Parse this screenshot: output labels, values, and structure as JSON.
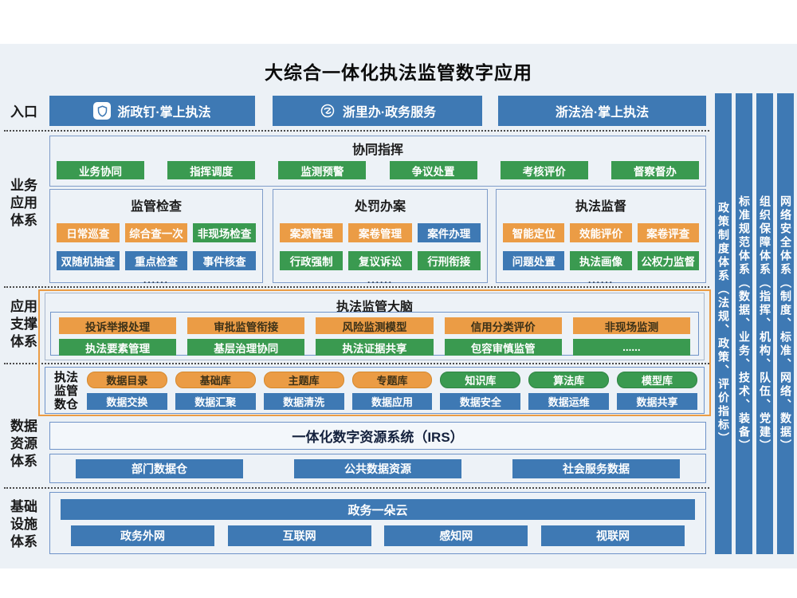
{
  "title": "大综合一体化执法监管数字应用",
  "colors": {
    "blue": "#3e79b4",
    "green": "#3a9a50",
    "orange": "#eb9c45",
    "background": "#ecf1f6",
    "box_border": "#6f93c8",
    "orange_border": "#eb9c45"
  },
  "left_labels": [
    {
      "id": "entry",
      "label": "入口"
    },
    {
      "id": "business",
      "label": "业务应用体系"
    },
    {
      "id": "support",
      "label": "应用支撑体系"
    },
    {
      "id": "data",
      "label": "数据资源体系"
    },
    {
      "id": "infra",
      "label": "基础设施体系"
    }
  ],
  "entry": {
    "buttons": [
      {
        "label": "浙政钉·掌上执法",
        "icon": "shield-badge-icon"
      },
      {
        "label": "浙里办·政务服务",
        "icon": "swoosh-circle-icon"
      },
      {
        "label": "浙法治·掌上执法",
        "icon": ""
      }
    ]
  },
  "command": {
    "title": "协同指挥",
    "buttons": [
      "业务协同",
      "指挥调度",
      "监测预警",
      "争议处置",
      "考核评价",
      "督察督办"
    ]
  },
  "business_boxes": [
    {
      "title": "监管检查",
      "row1": [
        {
          "label": "日常巡查",
          "color": "orange"
        },
        {
          "label": "综合查一次",
          "color": "orange"
        },
        {
          "label": "非现场检查",
          "color": "green"
        }
      ],
      "row2": [
        {
          "label": "双随机抽查",
          "color": "blue"
        },
        {
          "label": "重点检查",
          "color": "blue"
        },
        {
          "label": "事件核查",
          "color": "blue"
        }
      ],
      "more": "......"
    },
    {
      "title": "处罚办案",
      "row1": [
        {
          "label": "案源管理",
          "color": "orange"
        },
        {
          "label": "案卷管理",
          "color": "orange"
        },
        {
          "label": "案件办理",
          "color": "blue"
        }
      ],
      "row2": [
        {
          "label": "行政强制",
          "color": "green"
        },
        {
          "label": "复议诉讼",
          "color": "green"
        },
        {
          "label": "行刑衔接",
          "color": "green"
        }
      ],
      "more": "......"
    },
    {
      "title": "执法监督",
      "row1": [
        {
          "label": "智能定位",
          "color": "orange"
        },
        {
          "label": "效能评价",
          "color": "orange"
        },
        {
          "label": "案卷评查",
          "color": "orange"
        }
      ],
      "row2": [
        {
          "label": "问题处置",
          "color": "blue"
        },
        {
          "label": "执法画像",
          "color": "green"
        },
        {
          "label": "公权力监督",
          "color": "green"
        }
      ],
      "more": "......"
    }
  ],
  "brain": {
    "title": "执法监管大脑",
    "row1": [
      "投诉举报处理",
      "审批监管衔接",
      "风险监测模型",
      "信用分类评价",
      "非现场监测"
    ],
    "row2": [
      "执法要素管理",
      "基层治理协同",
      "执法证据共享",
      "包容审慎监管",
      "......"
    ]
  },
  "warehouse": {
    "label": "执法监管数仓",
    "top": [
      {
        "label": "数据目录",
        "color": "orange"
      },
      {
        "label": "基础库",
        "color": "orange"
      },
      {
        "label": "主题库",
        "color": "orange"
      },
      {
        "label": "专题库",
        "color": "orange"
      },
      {
        "label": "知识库",
        "color": "green"
      },
      {
        "label": "算法库",
        "color": "green"
      },
      {
        "label": "模型库",
        "color": "green"
      }
    ],
    "bottom": [
      "数据交换",
      "数据汇聚",
      "数据清洗",
      "数据应用",
      "数据安全",
      "数据运维",
      "数据共享"
    ]
  },
  "irs": {
    "title": "一体化数字资源系统（IRS）"
  },
  "data_sources": [
    "部门数据仓",
    "公共数据资源",
    "社会服务数据"
  ],
  "infrastructure": {
    "cloud": "政务一朵云",
    "networks": [
      "政务外网",
      "互联网",
      "感知网",
      "视联网"
    ]
  },
  "right_pillars": [
    "政策制度体系（法规、政策、评价指标）",
    "标准规范体系（数据、业务、技术、装备）",
    "组织保障体系（指挥、机构、队伍、党建）",
    "网络安全体系（制度、标准、网络、数据）"
  ]
}
